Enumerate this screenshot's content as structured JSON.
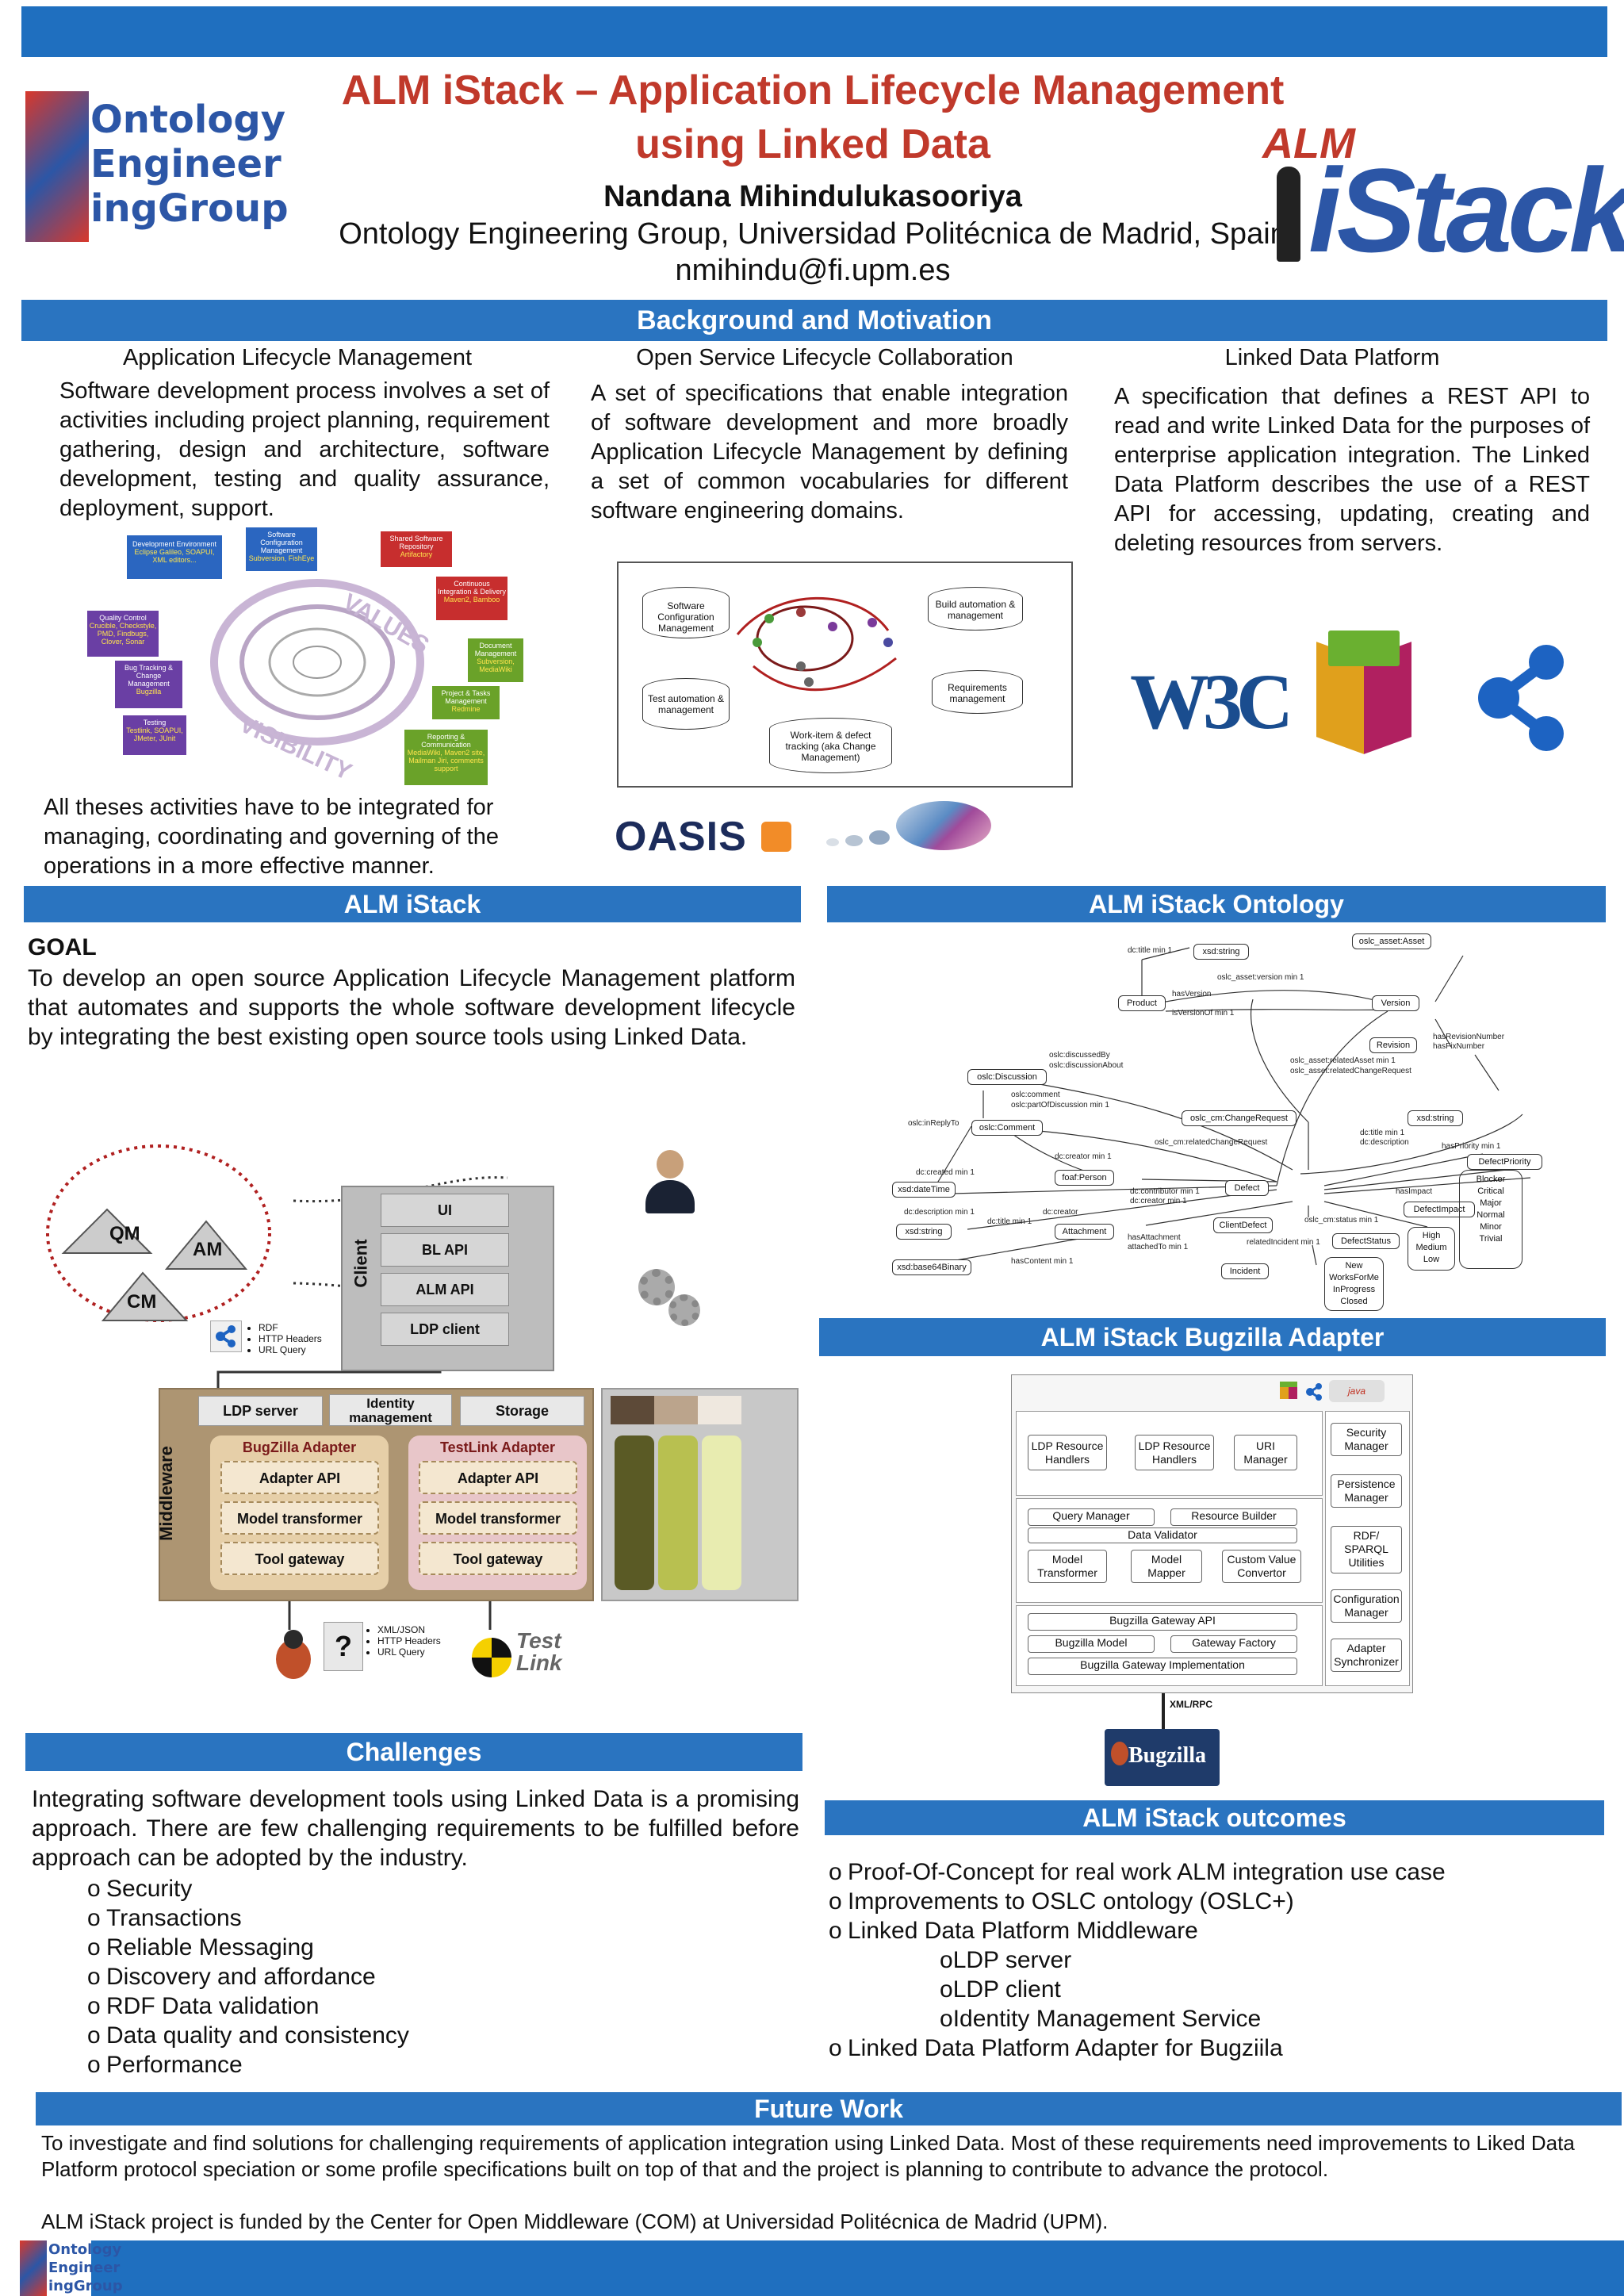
{
  "header": {
    "title_line1": "ALM iStack – Application Lifecycle Management",
    "title_line2": "using Linked Data",
    "author": "Nandana Mihindulukasooriya",
    "affiliation": "Ontology Engineering Group, Universidad Politécnica de Madrid, Spain",
    "email": "nmihindu@fi.upm.es",
    "logo_left": [
      "Ontology",
      "Engineer",
      "ingGroup"
    ],
    "logo_right_small": "ALM",
    "logo_right_big": "iStack"
  },
  "background": {
    "heading": "Background and Motivation",
    "col1": {
      "title": "Application Lifecycle Management",
      "text": "Software development process involves a set of activities including project planning, requirement gathering, design and architecture, software development, testing and quality assurance, deployment, support.",
      "footer": "All theses activities have to be integrated for managing, coordinating and governing of the operations in a more effective manner.",
      "diagram": {
        "boxes": [
          {
            "t": "Development Environment",
            "s": "Eclipse Galileo, SOAPUI, XML editors..."
          },
          {
            "t": "Software Configuration Management",
            "s": "Subversion, FishEye"
          },
          {
            "t": "Shared Software Repository",
            "s": "Artifactory"
          },
          {
            "t": "Continuous Integration & Delivery",
            "s": "Maven2, Bamboo"
          },
          {
            "t": "Document Management",
            "s": "Subversion, MediaWiki"
          },
          {
            "t": "Project & Tasks Management",
            "s": "Redmine"
          },
          {
            "t": "Reporting & Communication",
            "s": "MediaWiki, Maven2 site, Mailman Jiri, comments support"
          },
          {
            "t": "Testing",
            "s": "Testlink, SOAPUI, JMeter, JUnit"
          },
          {
            "t": "Bug Tracking & Change Management",
            "s": "Bugzilla"
          },
          {
            "t": "Quality Control",
            "s": "Crucible, Checkstyle, PMD, Findbugs, Clover, Sonar"
          }
        ],
        "values": "VALUES",
        "visibility": "VISIBILITY"
      }
    },
    "col2": {
      "title": "Open Service Lifecycle  Collaboration",
      "text": "A set of specifications that enable integration of software development and more broadly Application Lifecycle Management by defining a set of common vocabularies for different software engineering domains.",
      "cyl": [
        "Software Configuration Management",
        "Test automation & management",
        "Build automation & management",
        "Requirements management",
        "Work-item & defect tracking (aka Change Management)"
      ],
      "oasis": "OASIS"
    },
    "col3": {
      "title": "Linked Data Platform",
      "text": "A specification that defines a REST API to read and write Linked Data for the purposes of enterprise application integration. The Linked Data Platform describes the use of a REST API for accessing, updating, creating and deleting resources from servers.",
      "w3c": "W3C"
    }
  },
  "alm_istack": {
    "heading": "ALM iStack",
    "goal_label": "GOAL",
    "goal_text": "To develop an open source Application Lifecycle Management platform that automates and supports the whole software development lifecycle by integrating the best existing open source tools using Linked Data.",
    "arch": {
      "qm": "QM",
      "am": "AM",
      "cm": "CM",
      "client_label": "Client",
      "client_items": [
        "UI",
        "BL API",
        "ALM API",
        "LDP client"
      ],
      "rdf_notes": [
        "RDF",
        "HTTP Headers",
        "URL Query"
      ],
      "middleware_label": "Middleware",
      "top_items": [
        "LDP server",
        "Identity management",
        "Storage"
      ],
      "bugzilla_adapter": "BugZilla Adapter",
      "testlink_adapter": "TestLink Adapter",
      "adapter_items": [
        "Adapter API",
        "Model transformer",
        "Tool gateway"
      ],
      "xml_notes": [
        "XML/JSON",
        "HTTP Headers",
        "URL Query"
      ],
      "testlink_logo": "Test Link"
    }
  },
  "ontology": {
    "heading": "ALM iStack Ontology",
    "nodes": [
      "oslc_asset:Asset",
      "xsd:string",
      "Product",
      "Version",
      "oslc:Discussion",
      "oslc:Comment",
      "oslc_cm:ChangeRequest",
      "xsd:string",
      "Revision",
      "foaf:Person",
      "Defect",
      "DefectPriority",
      "xsd:dateTime",
      "DefectImpact",
      "xsd:string",
      "Attachment",
      "ClientDefect",
      "DefectStatus",
      "xsd:base64Binary",
      "Incident"
    ],
    "labels": [
      "dc:title min 1",
      "oslc_asset:version min 1",
      "hasVersion",
      "isVersionOf min 1",
      "hasRevisionNumber",
      "hasFixNumber",
      "oslc:discussedBy",
      "oslc:discussionAbout",
      "oslc_asset:relatedAsset min 1",
      "oslc_asset:relatedChangeRequest",
      "oslc:comment",
      "oslc:partOfDiscussion min 1",
      "oslc:inReplyTo",
      "oslc_cm:relatedChangeRequest",
      "dc:title min 1",
      "dc:description",
      "hasPriority min 1",
      "dc:creator min 1",
      "dc:created min 1",
      "dc:description min 1",
      "dc:contributor min 1",
      "dc:creator min 1",
      "hasImpact",
      "dc:title min 1",
      "dc:creator",
      "oslc_cm:status min 1",
      "hasAttachment",
      "attachedTo min 1",
      "relatedIncident min 1",
      "hasContent min 1"
    ],
    "priority_values": [
      "Blocker",
      "Critical",
      "Major",
      "Normal",
      "Minor",
      "Trivial"
    ],
    "impact_values": [
      "High",
      "Medium",
      "Low"
    ],
    "status_values": [
      "New",
      "WorksForMe",
      "InProgress",
      "Closed"
    ]
  },
  "bugzilla_adapter": {
    "heading": "ALM iStack Bugzilla Adapter",
    "left": {
      "row1": [
        "LDP Resource Handlers",
        "LDP Resource Handlers",
        "URI Manager"
      ],
      "row2_top": [
        "Query Manager",
        "Resource Builder"
      ],
      "row2_mid": "Data Validator",
      "row2_bot": [
        "Model Transformer",
        "Model Mapper",
        "Custom Value Convertor"
      ],
      "row3": [
        "Bugzilla Gateway API",
        "Bugzilla Model",
        "Gateway Factory",
        "Bugzilla Gateway Implementation"
      ]
    },
    "right": [
      "Security Manager",
      "Persistence Manager",
      "RDF/ SPARQL Utilities",
      "Configuration Manager",
      "Adapter Synchronizer"
    ],
    "xmlrpc": "XML/RPC",
    "bugzilla": "Bugzilla",
    "java": "java"
  },
  "challenges": {
    "heading": "Challenges",
    "intro": "Integrating software development tools using Linked Data is a promising approach. There are few  challenging requirements to be fulfilled before approach can be adopted by the industry.",
    "items": [
      "Security",
      "Transactions",
      "Reliable Messaging",
      "Discovery and affordance",
      "RDF Data validation",
      "Data quality and consistency",
      "Performance"
    ]
  },
  "outcomes": {
    "heading": "ALM iStack outcomes",
    "items": [
      {
        "text": "Proof-Of-Concept for real work ALM integration use case",
        "level": 0
      },
      {
        "text": "Improvements to OSLC ontology (OSLC+)",
        "level": 0
      },
      {
        "text": "Linked Data Platform Middleware",
        "level": 0
      },
      {
        "text": "LDP server",
        "level": 1
      },
      {
        "text": "LDP client",
        "level": 1
      },
      {
        "text": "Identity Management Service",
        "level": 1
      },
      {
        "text": "Linked Data Platform Adapter for Bugziila",
        "level": 0
      }
    ]
  },
  "future": {
    "heading": "Future Work",
    "text": "To investigate and find solutions for challenging requirements of application integration using Linked Data. Most of these requirements need improvements  to Liked Data  Platform protocol speciation or some profile specifications built on top of that and the project is planning to contribute to advance the protocol.",
    "funding": "ALM iStack project is funded by the Center for Open Middleware (COM) at Universidad Politécnica de Madrid (UPM)."
  },
  "colors": {
    "accent": "#2a74c0",
    "title": "#c0392b",
    "bar": "#1f6fbf"
  }
}
